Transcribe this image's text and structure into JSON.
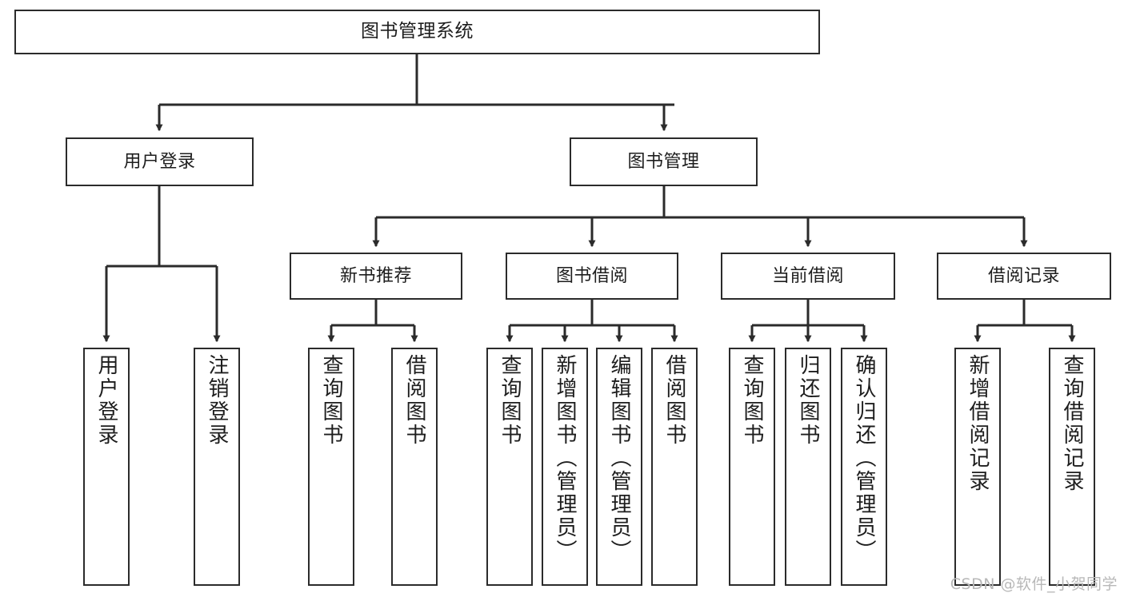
{
  "diagram": {
    "kind": "tree-hierarchy",
    "title_node": {
      "id": "root",
      "label": "图书管理系统"
    },
    "colors": {
      "box_border": "#2b2b2b",
      "box_fill": "#ffffff",
      "edge": "#2b2b2b",
      "text": "#1d1d1d",
      "watermark": "#b8b8b8",
      "background": "#ffffff"
    },
    "levels": [
      {
        "level": 1,
        "orientation": "horizontal",
        "nodes": [
          {
            "id": "login",
            "label": "用户登录"
          },
          {
            "id": "bookmgmt",
            "label": "图书管理"
          }
        ]
      },
      {
        "level": 2,
        "orientation": "horizontal",
        "nodes": [
          {
            "id": "newbook",
            "label": "新书推荐"
          },
          {
            "id": "borrow",
            "label": "图书借阅"
          },
          {
            "id": "current",
            "label": "当前借阅"
          },
          {
            "id": "record",
            "label": "借阅记录"
          }
        ]
      },
      {
        "level": 3,
        "orientation": "vertical",
        "nodes": [
          {
            "id": "leaf-user-login",
            "parent": "login",
            "label": "用户登录"
          },
          {
            "id": "leaf-user-logout",
            "parent": "login",
            "label": "注销登录"
          },
          {
            "id": "leaf-nb-query",
            "parent": "newbook",
            "label": "查询图书"
          },
          {
            "id": "leaf-nb-borrow",
            "parent": "newbook",
            "label": "借阅图书"
          },
          {
            "id": "leaf-bw-query",
            "parent": "borrow",
            "label": "查询图书"
          },
          {
            "id": "leaf-bw-add",
            "parent": "borrow",
            "label": "新增图书（管理员）"
          },
          {
            "id": "leaf-bw-edit",
            "parent": "borrow",
            "label": "编辑图书（管理员）"
          },
          {
            "id": "leaf-bw-borrow",
            "parent": "borrow",
            "label": "借阅图书"
          },
          {
            "id": "leaf-cur-query",
            "parent": "current",
            "label": "查询图书"
          },
          {
            "id": "leaf-cur-return",
            "parent": "current",
            "label": "归还图书"
          },
          {
            "id": "leaf-cur-confirm",
            "parent": "current",
            "label": "确认归还（管理员）"
          },
          {
            "id": "leaf-rec-add",
            "parent": "record",
            "label": "新增借阅记录"
          },
          {
            "id": "leaf-rec-query",
            "parent": "record",
            "label": "查询借阅记录"
          }
        ]
      }
    ]
  },
  "watermark": {
    "text": "CSDN @软件_小贺同学"
  }
}
